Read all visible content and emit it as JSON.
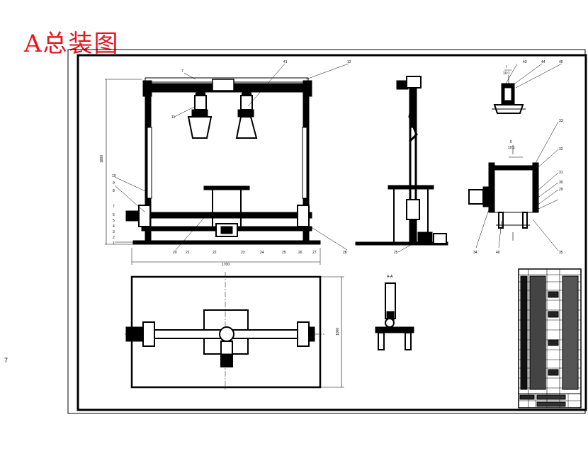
{
  "title": "A总装图",
  "stray_mark": "7",
  "views": {
    "front": {
      "dim_height": "1800",
      "dim_width": "1700",
      "part_labels_top": [
        "7",
        "41",
        "12",
        "11"
      ],
      "part_labels_left": [
        "10",
        "9",
        "8",
        "7",
        "6",
        "5",
        "4",
        "3",
        "2",
        "1"
      ],
      "part_labels_bottom": [
        "20",
        "21",
        "22",
        "23",
        "24",
        "25",
        "26",
        "27",
        "28"
      ]
    },
    "side": {
      "label_bottom": "25"
    },
    "detail_top_right": {
      "section": "I",
      "scale": "10:1",
      "labels": [
        "43",
        "44",
        "45"
      ]
    },
    "detail_mid_right": {
      "section": "II",
      "scale": "10:1",
      "labels": [
        "33",
        "32",
        "31",
        "30",
        "29",
        "34",
        "40",
        "35"
      ]
    },
    "plan": {
      "dim_height": "1000"
    },
    "small_view": {
      "label": "A-A"
    }
  },
  "colors": {
    "title": "#e8141e",
    "line": "#000000"
  }
}
